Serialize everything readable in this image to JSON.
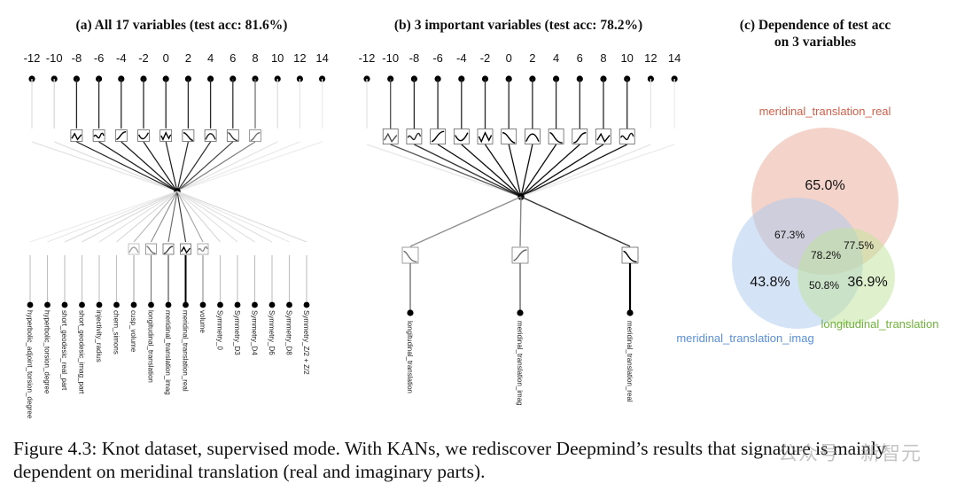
{
  "panel_a": {
    "title": "(a) All 17 variables (test acc: 81.6%)",
    "ticks": [
      "-12",
      "-10",
      "-8",
      "-6",
      "-4",
      "-2",
      "0",
      "2",
      "4",
      "6",
      "8",
      "10",
      "12",
      "14"
    ],
    "inputs": [
      "hyperbolic_adjoint_torsion_degree",
      "hyperbolic_torsion_degree",
      "short_geodesic_real_part",
      "short_geodesic_imag_part",
      "injectivity_radius",
      "chern_simons",
      "cusp_volume",
      "longitudinal_translation",
      "meridinal_translation_imag",
      "meridinal_translation_real",
      "volume",
      "Symmetry_0",
      "Symmetry_D3",
      "Symmetry_D4",
      "Symmetry_D6",
      "Symmetry_D8",
      "Symmetry_Z/2 + Z/2"
    ]
  },
  "panel_b": {
    "title": "(b) 3 important variables (test acc: 78.2%)",
    "ticks": [
      "-12",
      "-10",
      "-8",
      "-6",
      "-4",
      "-2",
      "0",
      "2",
      "4",
      "6",
      "8",
      "10",
      "12",
      "14"
    ],
    "inputs": [
      "longitudinal_translation",
      "meridinal_translation_imag",
      "meridinal_translation_real"
    ]
  },
  "panel_c": {
    "title_line1": "(c) Dependence of test acc",
    "title_line2": "on 3 variables",
    "sets": {
      "real": {
        "label": "meridinal_translation_real",
        "value": "65.0%",
        "color": "#e9a996"
      },
      "imag": {
        "label": "meridinal_translation_imag",
        "value": "43.8%",
        "color": "#a9c8ee"
      },
      "long": {
        "label": "longitudinal_translation",
        "value": "36.9%",
        "color": "#bfe39a"
      }
    },
    "overlaps": {
      "real_imag": "67.3%",
      "real_long": "77.5%",
      "imag_long": "50.8%",
      "all": "78.2%"
    }
  },
  "caption": "Figure 4.3: Knot dataset, supervised mode. With KANs, we rediscover Deepmind’s results that signature is mainly dependent on meridinal translation (real and imaginary parts).",
  "watermark": "公众号 · 新智元"
}
